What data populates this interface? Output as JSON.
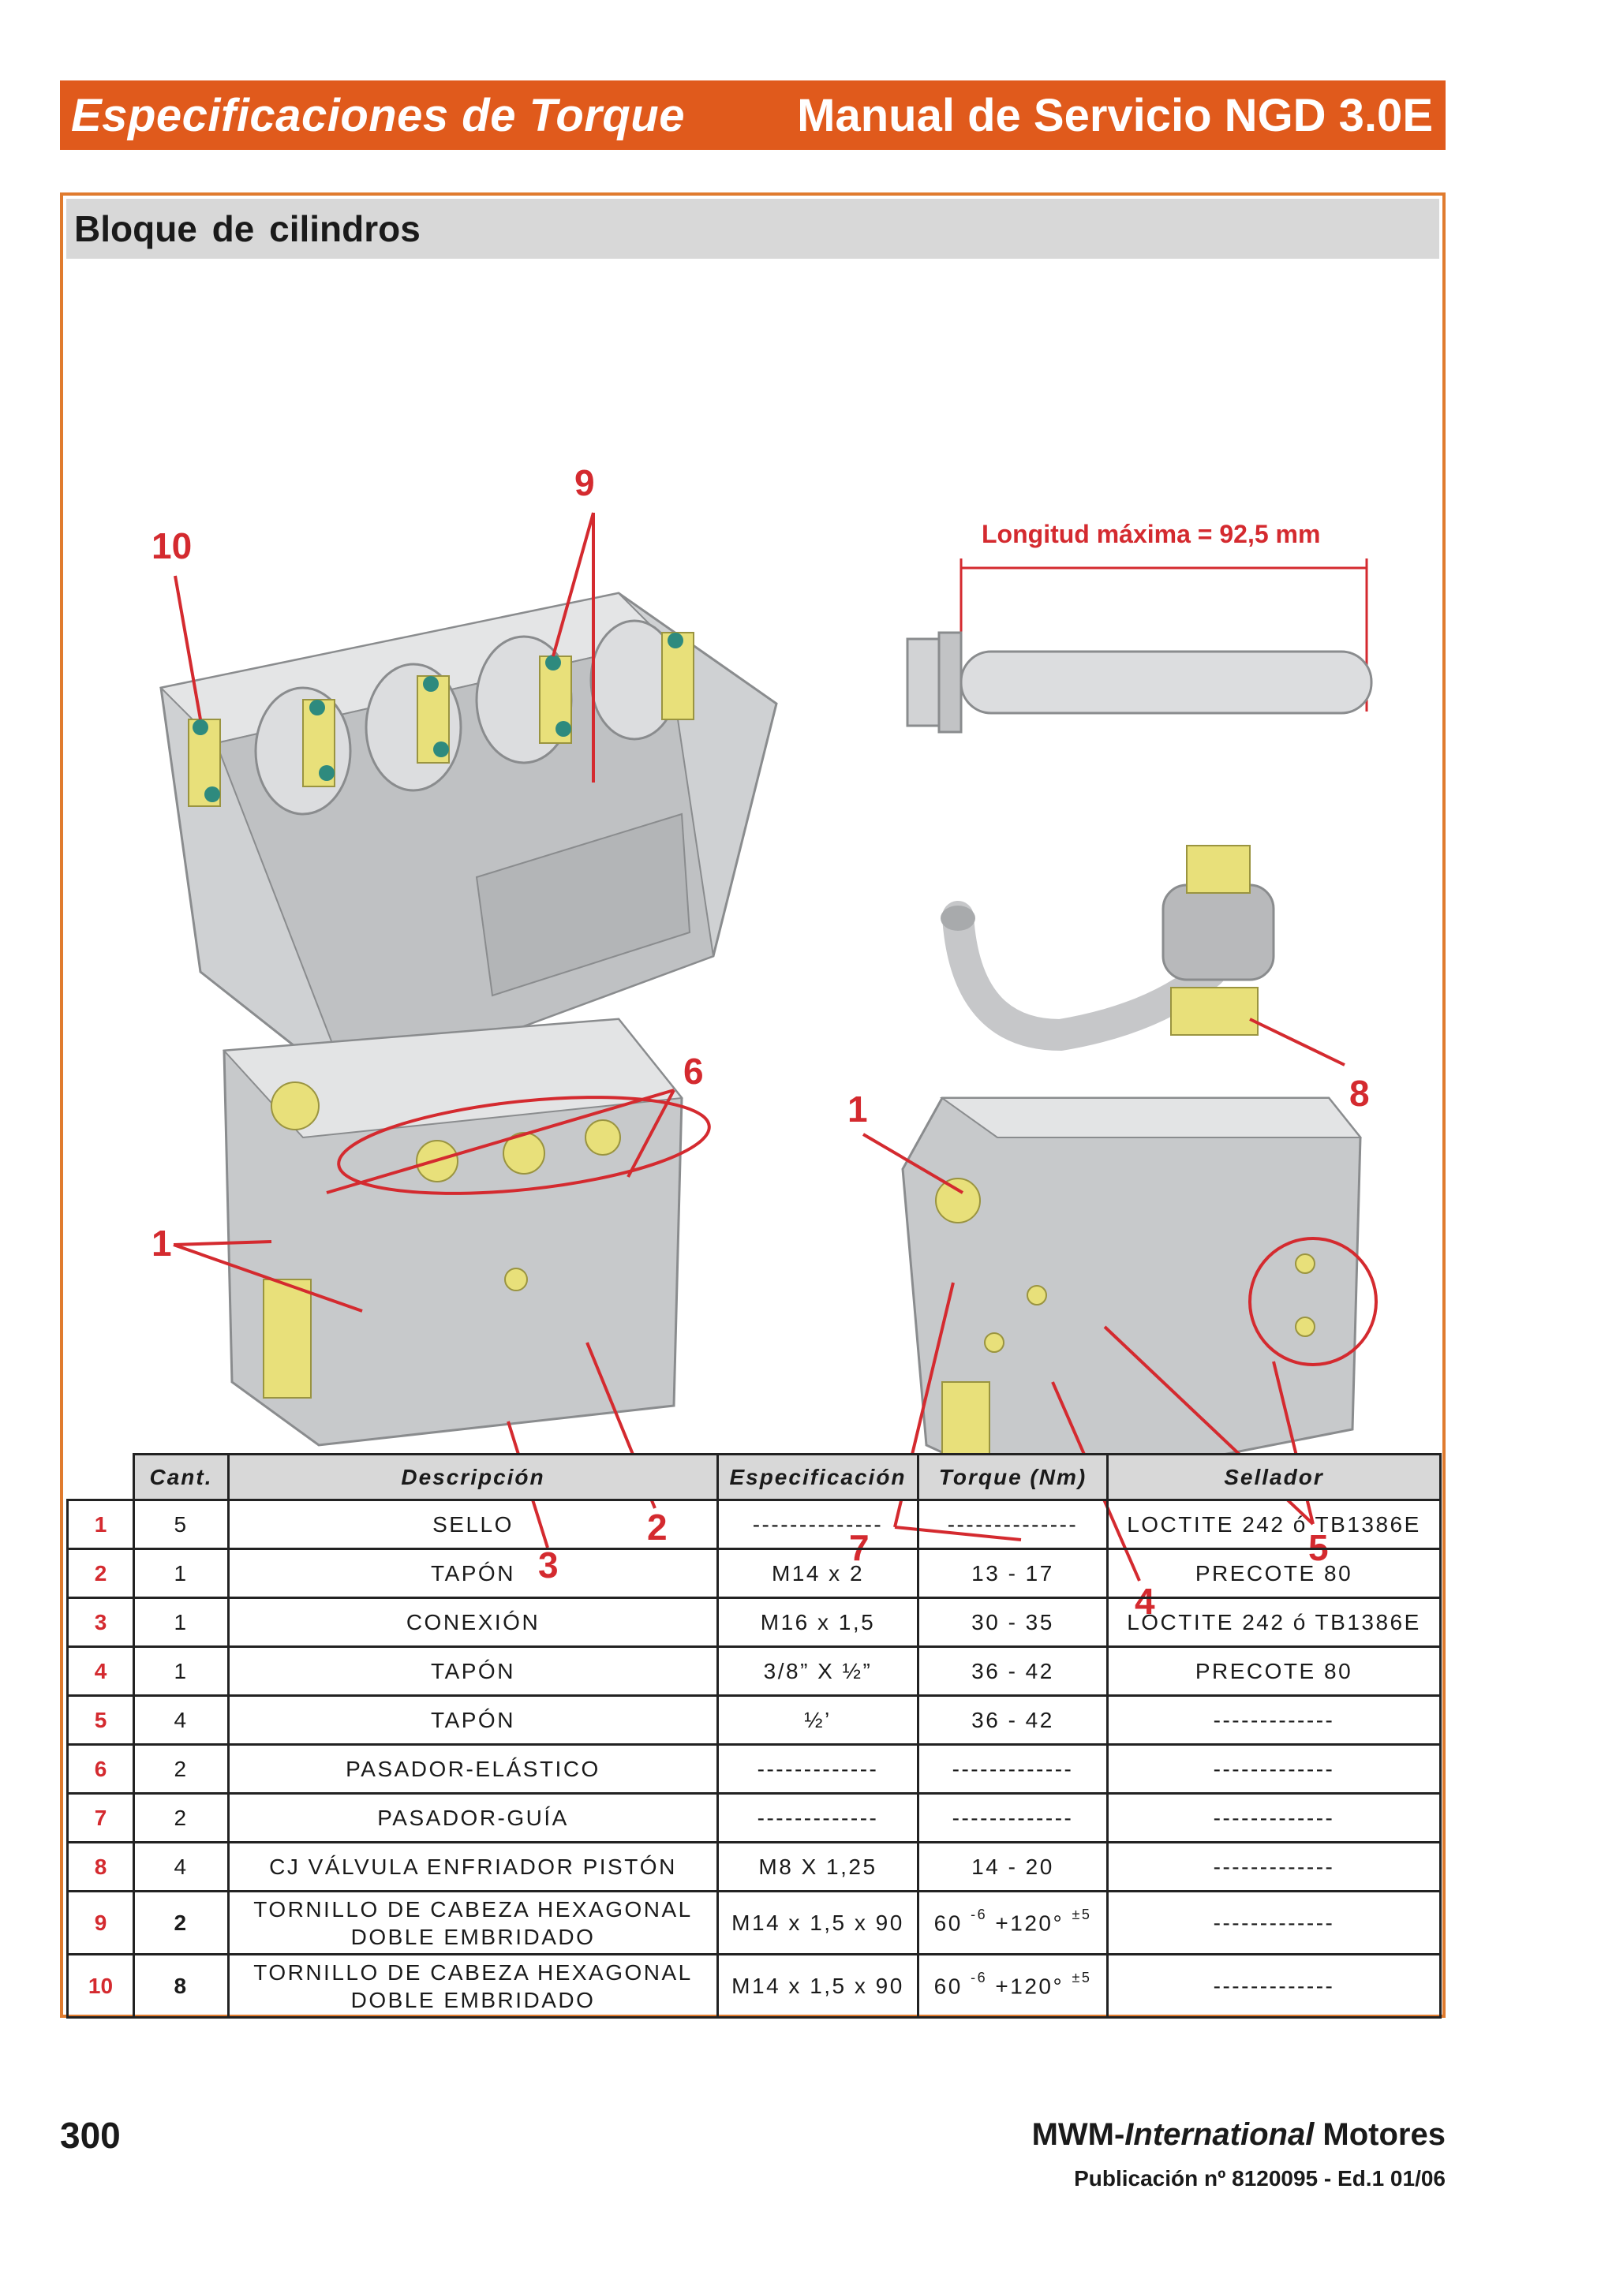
{
  "header": {
    "left_title": "Especificaciones de Torque",
    "right_title": "Manual de Servicio NGD 3.0E"
  },
  "section": {
    "title": "Bloque  de  cilindros"
  },
  "illustration": {
    "max_length_label": "Longitud máxima = 92,5 mm",
    "callouts": [
      "10",
      "9",
      "6",
      "1",
      "8",
      "1",
      "2",
      "3",
      "7",
      "4",
      "5"
    ]
  },
  "table": {
    "headers": [
      "Cant.",
      "Descripción",
      "Especificación",
      "Torque (Nm)",
      "Sellador"
    ],
    "rows": [
      {
        "num": "1",
        "qty": "5",
        "desc": "SELLO",
        "spec": "--------------",
        "torque": "--------------",
        "sealer": "LOCTITE 242 ó TB1386E"
      },
      {
        "num": "2",
        "qty": "1",
        "desc": "TAPÓN",
        "spec": "M14 x 2",
        "torque": "13 - 17",
        "sealer": "PRECOTE 80"
      },
      {
        "num": "3",
        "qty": "1",
        "desc": "CONEXIÓN",
        "spec": "M16 x 1,5",
        "torque": "30 - 35",
        "sealer": "LOCTITE 242 ó TB1386E"
      },
      {
        "num": "4",
        "qty": "1",
        "desc": "TAPÓN",
        "spec": "3/8” X ½”",
        "torque": "36 - 42",
        "sealer": "PRECOTE 80"
      },
      {
        "num": "5",
        "qty": "4",
        "desc": "TAPÓN",
        "spec": "½’",
        "torque": "36 - 42",
        "sealer": "-------------"
      },
      {
        "num": "6",
        "qty": "2",
        "desc": "PASADOR-ELÁSTICO",
        "spec": "-------------",
        "torque": "-------------",
        "sealer": "-------------"
      },
      {
        "num": "7",
        "qty": "2",
        "desc": "PASADOR-GUÍA",
        "spec": "-------------",
        "torque": "-------------",
        "sealer": "-------------"
      },
      {
        "num": "8",
        "qty": "4",
        "desc": "CJ VÁLVULA ENFRIADOR PISTÓN",
        "spec": "M8 X 1,25",
        "torque": "14 - 20",
        "sealer": "-------------"
      },
      {
        "num": "9",
        "qty": "2",
        "desc_line1": "TORNILLO DE CABEZA HEXAGONAL",
        "desc_line2": "DOBLE EMBRIDADO",
        "spec": "M14 x 1,5 x 90",
        "torque_base": "60",
        "torque_tol1": "-6",
        "torque_mid": "+120°",
        "torque_tol2": "±5",
        "sealer": "-------------"
      },
      {
        "num": "10",
        "qty": "8",
        "desc_line1": "TORNILLO DE CABEZA HEXAGONAL",
        "desc_line2": "DOBLE EMBRIDADO",
        "spec": "M14 x 1,5 x 90",
        "torque_base": "60",
        "torque_tol1": "-6",
        "torque_mid": "+120°",
        "torque_tol2": "±5",
        "sealer": "-------------"
      }
    ]
  },
  "footer": {
    "page_number": "300",
    "brand_prefix": "MWM-",
    "brand_italic": "International",
    "brand_suffix": " Motores",
    "publication": "Publicación nº 8120095 - Ed.1 01/06"
  },
  "colors": {
    "accent_orange": "#e05a1c",
    "frame_orange": "#e07b2e",
    "callout_red": "#d42a2f",
    "header_gray": "#d8d8d8",
    "engine_gray": "#c4c6c8",
    "highlight_yellow": "#e8e07a"
  }
}
